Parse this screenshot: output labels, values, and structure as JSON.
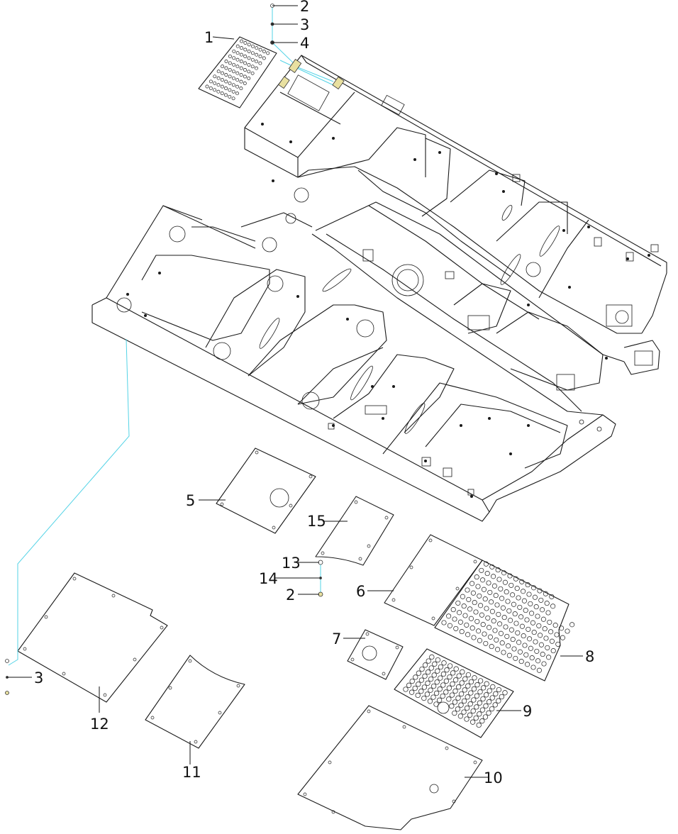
{
  "callouts": [
    "1",
    "2",
    "3",
    "4",
    "5",
    "6",
    "7",
    "8",
    "9",
    "10",
    "11",
    "12",
    "13",
    "14",
    "15",
    "2",
    "3"
  ],
  "colors": {
    "line": "#1a1a1a",
    "leader": "#53d3e6",
    "background": "#ffffff"
  }
}
